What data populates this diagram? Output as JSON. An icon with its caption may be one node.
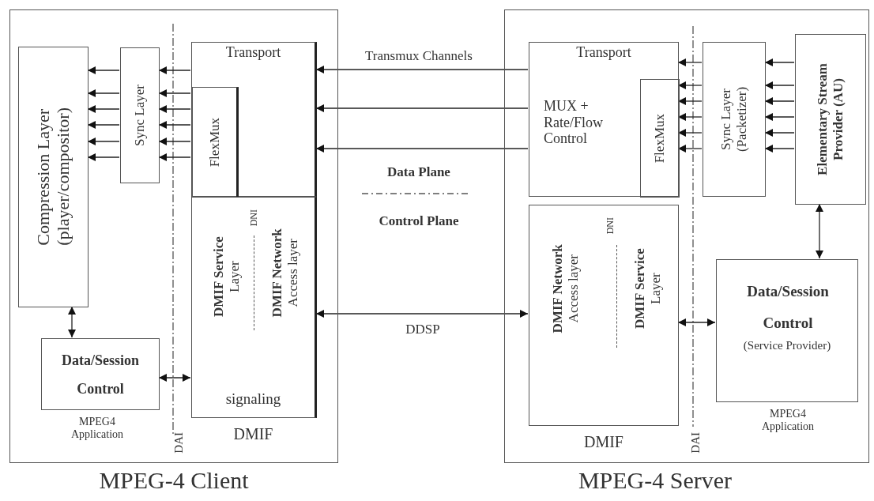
{
  "diagram": {
    "nodes": [
      {
        "text": [
          "MPEG-4 Client"
        ]
      },
      {
        "text": [
          "Compression Layer (player/compositor)"
        ],
        "in": 0
      },
      {
        "text": [
          "Sync Layer"
        ],
        "in": 0
      },
      {
        "text": [
          "Transport"
        ],
        "in": 0
      },
      {
        "text": [
          "FlexMux"
        ],
        "in": 3
      },
      {
        "text": [
          "DNI",
          "**DMIF Service** Layer",
          "**DMIF Network** Access layer",
          "signaling"
        ],
        "beside": [
          "DMIF"
        ],
        "in": 0
      },
      {
        "text": [
          "Data/Session Control"
        ],
        "beside": [
          "MPEG4 Application"
        ],
        "in": 0
      },
      {
        "text": [
          "MPEG-4 Server"
        ]
      },
      {
        "text": [
          "Transport",
          "MUX + Rate/Flow Control"
        ],
        "in": 7
      },
      {
        "text": [
          "FlexMux"
        ],
        "in": 8
      },
      {
        "text": [
          "Sync Layer (Packetizer)"
        ],
        "in": 7
      },
      {
        "text": [
          "Elementary Stream Provider (AU)"
        ],
        "in": 7
      },
      {
        "text": [
          "DNI",
          "**DMIF Network** Access layer",
          "**DMIF Service** Layer"
        ],
        "beside": [
          "DMIF"
        ],
        "in": 7
      },
      {
        "text": [
          "Data/Session Control",
          "(Service Provider)"
        ],
        "beside": [
          "MPEG4 Application"
        ],
        "in": 7
      }
    ],
    "edges": [
      {
        "from": 2,
        "to": 1,
        "arrow": "to"
      },
      {
        "from": 2,
        "to": 1,
        "arrow": "to"
      },
      {
        "from": 2,
        "to": 1,
        "arrow": "to"
      },
      {
        "from": 2,
        "to": 1,
        "arrow": "to"
      },
      {
        "from": 2,
        "to": 1,
        "arrow": "to"
      },
      {
        "from": 2,
        "to": 1,
        "arrow": "to"
      },
      {
        "from": 3,
        "to": 2,
        "arrow": "to"
      },
      {
        "from": 4,
        "to": 2,
        "arrow": "to"
      },
      {
        "from": 4,
        "to": 2,
        "arrow": "to"
      },
      {
        "from": 4,
        "to": 2,
        "arrow": "to"
      },
      {
        "from": 4,
        "to": 2,
        "arrow": "to"
      },
      {
        "from": 4,
        "to": 2,
        "arrow": "to"
      },
      {
        "from": 1,
        "to": 6,
        "arrow": "both"
      },
      {
        "from": 6,
        "to": 5,
        "arrow": "both"
      },
      {
        "from": 8,
        "to": 3,
        "arrow": "to",
        "label": "Transmux Channels"
      },
      {
        "from": 8,
        "to": 3,
        "arrow": "to"
      },
      {
        "from": 8,
        "to": 3,
        "arrow": "to"
      },
      {
        "from": 5,
        "to": 12,
        "arrow": "both",
        "label": "DDSP"
      },
      {
        "from": 10,
        "to": 8,
        "arrow": "to"
      },
      {
        "from": 10,
        "to": 9,
        "arrow": "to"
      },
      {
        "from": 10,
        "to": 9,
        "arrow": "to"
      },
      {
        "from": 10,
        "to": 9,
        "arrow": "to"
      },
      {
        "from": 10,
        "to": 9,
        "arrow": "to"
      },
      {
        "from": 10,
        "to": 9,
        "arrow": "to"
      },
      {
        "from": 11,
        "to": 10,
        "arrow": "to"
      },
      {
        "from": 11,
        "to": 10,
        "arrow": "to"
      },
      {
        "from": 11,
        "to": 10,
        "arrow": "to"
      },
      {
        "from": 11,
        "to": 10,
        "arrow": "to"
      },
      {
        "from": 11,
        "to": 10,
        "arrow": "to"
      },
      {
        "from": 11,
        "to": 10,
        "arrow": "to"
      },
      {
        "from": 11,
        "to": 13,
        "arrow": "both"
      },
      {
        "from": 12,
        "to": 13,
        "arrow": "both"
      }
    ],
    "labels": [
      "Data Plane",
      "Control Plane",
      "DAI",
      "DAI"
    ]
  }
}
